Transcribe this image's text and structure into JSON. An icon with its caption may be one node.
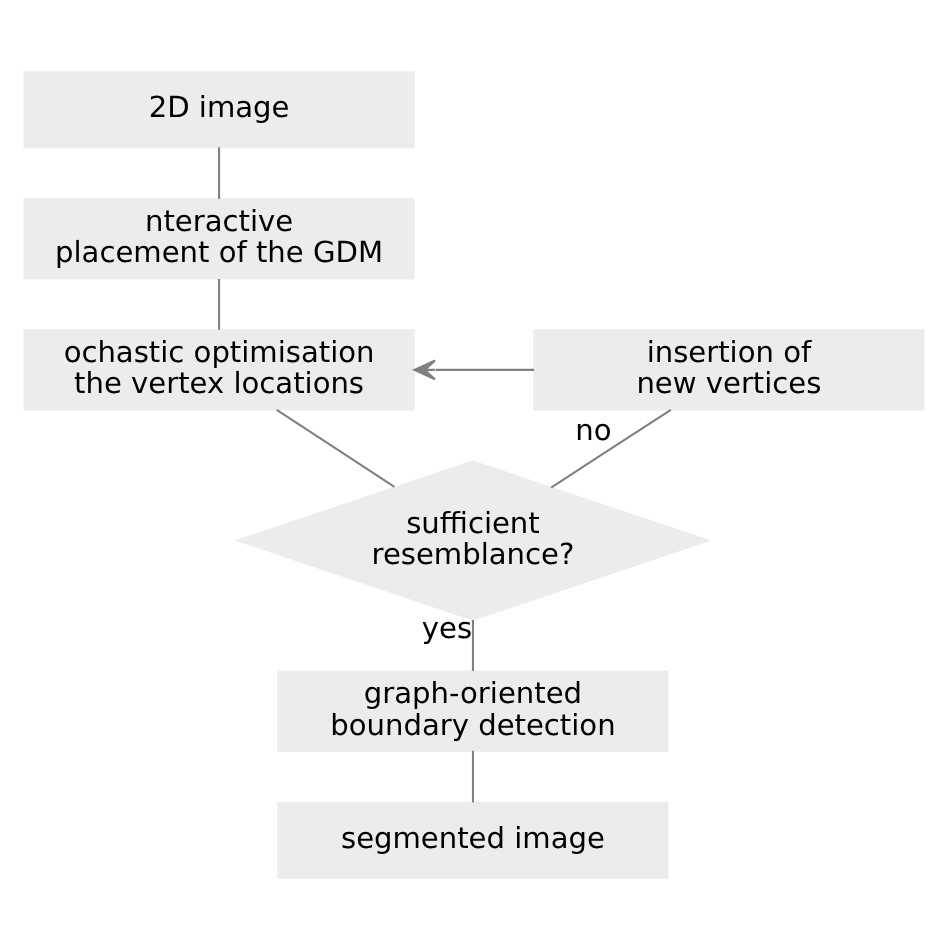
{
  "diagram": {
    "nodes": [
      {
        "text": [
          "2D image"
        ]
      },
      {
        "text": [
          "nteractive placement of the GDM"
        ]
      },
      {
        "text": [
          "ochastic optimisation the vertex locations"
        ]
      },
      {
        "text": [
          "sufficient resemblance?"
        ]
      },
      {
        "text": [
          "insertion of new vertices"
        ]
      },
      {
        "text": [
          "graph-oriented boundary detection"
        ]
      },
      {
        "text": [
          "segmented image"
        ]
      }
    ],
    "edges": [
      {
        "from": 0,
        "to": 1,
        "arrow": "none"
      },
      {
        "from": 1,
        "to": 2,
        "arrow": "none"
      },
      {
        "from": 2,
        "to": 3,
        "arrow": "none"
      },
      {
        "from": 3,
        "to": 4,
        "arrow": "none",
        "label": "no"
      },
      {
        "from": 4,
        "to": 2,
        "arrow": "to"
      },
      {
        "from": 3,
        "to": 5,
        "arrow": "none",
        "label": "yes"
      },
      {
        "from": 5,
        "to": 6,
        "arrow": "none"
      }
    ]
  }
}
